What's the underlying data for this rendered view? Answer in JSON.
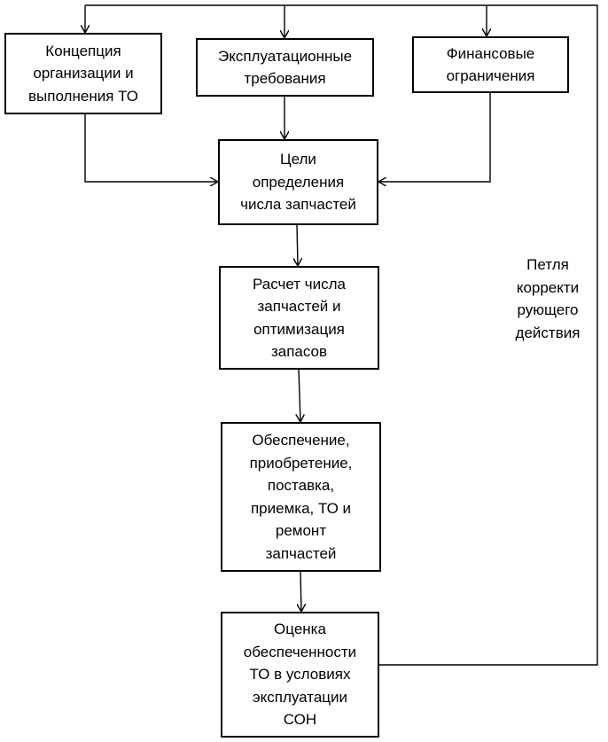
{
  "diagram": {
    "nodes": {
      "concept": "Концепция\nорганизации и\nвыполнения ТО",
      "operational": "Эксплуатационные\nтребования",
      "financial": "Финансовые\nограничения",
      "goals": "Цели\nопределения\nчисла запчастей",
      "calculation": "Расчет числа\nзапчастей и\nоптимизация\nзапасов",
      "provision": "Обеспечение,\nприобретение,\nпоставка,\nприемка, ТО и\nремонт\nзапчастей",
      "assessment": "Оценка\nобеспеченности\nТО в условиях\nэксплуатации\nСОН"
    },
    "loop_label": "Петля\nкорректи\nрующего\nдействия"
  }
}
